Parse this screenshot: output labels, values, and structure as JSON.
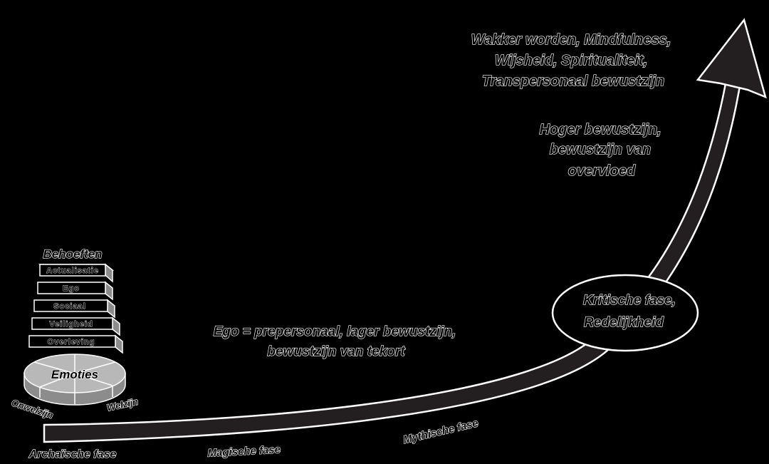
{
  "top_block": {
    "lines": [
      "Wakker worden, Mindfulness,",
      "Wijsheid, Spiritualiteit,",
      "Transpersonaal bewustzijn"
    ]
  },
  "higher_block": {
    "lines": [
      "Hoger bewustzijn,",
      "bewustzijn van",
      "overvloed"
    ]
  },
  "critical_phase": {
    "lines": [
      "Kritische fase,",
      "Redelijkheid"
    ]
  },
  "ego_block": {
    "lines": [
      "Ego = prepersonaal, lager bewustzijn,",
      "bewustzijn van tekort"
    ]
  },
  "needs": {
    "title": "Behoeften",
    "steps": [
      "Actualisatie",
      "Ego",
      "Sociaal",
      "Veiligheid",
      "Overleving"
    ]
  },
  "emotions": {
    "label": "Emoties",
    "unwell": "Onwelzijn",
    "well": "Welzijn"
  },
  "phases": {
    "archaic": "Archaïsche fase",
    "magic": "Magische  fase",
    "mythic": "Mythische  fase"
  },
  "colors": {
    "background": "#000000",
    "arrow_fill": "#231f20",
    "outline": "#ffffff"
  }
}
